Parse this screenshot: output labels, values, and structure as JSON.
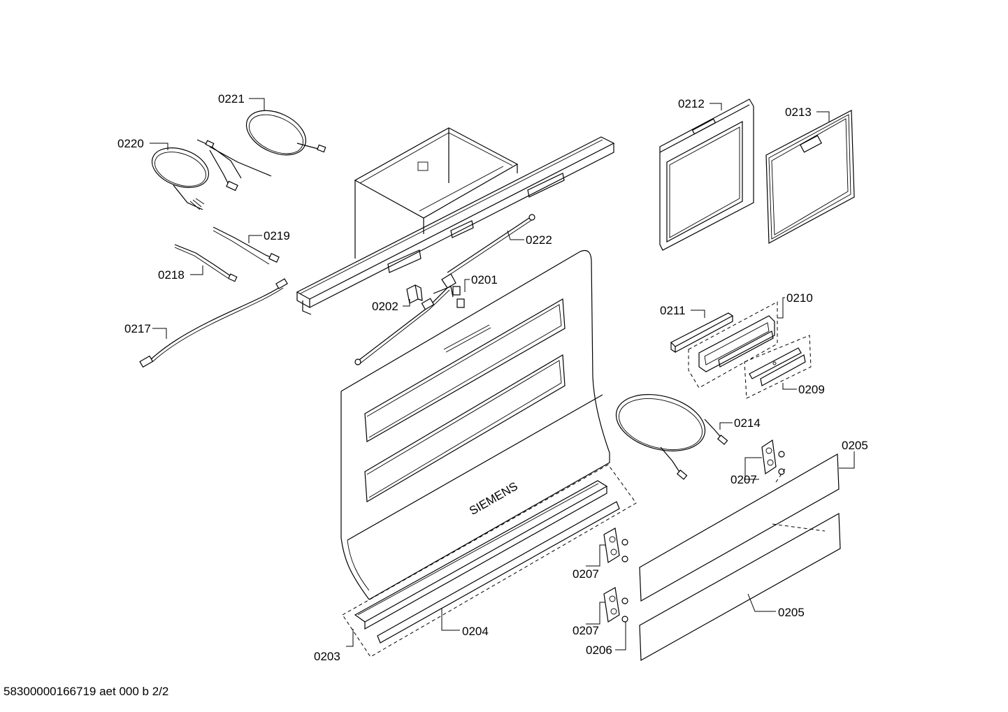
{
  "footer": {
    "code": "58300000166719 aet 000 b 2/2"
  },
  "labels": {
    "p0221": "0221",
    "p0220": "0220",
    "p0219": "0219",
    "p0218": "0218",
    "p0217": "0217",
    "p0222": "0222",
    "p0201": "0201",
    "p0202": "0202",
    "p0212": "0212",
    "p0213": "0213",
    "p0211": "0211",
    "p0210": "0210",
    "p0209": "0209",
    "p0214": "0214",
    "p0205a": "0205",
    "p0207a": "0207",
    "p0207b": "0207",
    "p0207c": "0207",
    "p0205b": "0205",
    "p0206": "0206",
    "p0204": "0204",
    "p0203": "0203"
  },
  "logo": {
    "brand": "SIEMENS"
  }
}
